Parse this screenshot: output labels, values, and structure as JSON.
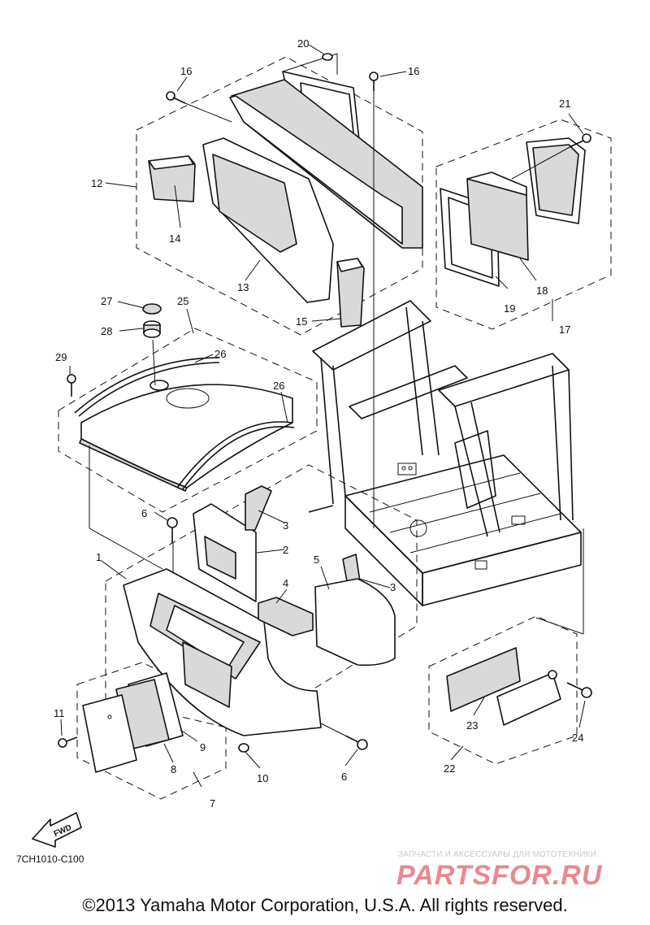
{
  "callouts": {
    "c1": "1",
    "c2": "2",
    "c3a": "3",
    "c3b": "3",
    "c4": "4",
    "c5": "5",
    "c6a": "6",
    "c6b": "6",
    "c7": "7",
    "c8": "8",
    "c9": "9",
    "c10": "10",
    "c11": "11",
    "c12": "12",
    "c13": "13",
    "c14": "14",
    "c15": "15",
    "c16a": "16",
    "c16b": "16",
    "c17": "17",
    "c18": "18",
    "c19": "19",
    "c20": "20",
    "c21": "21",
    "c22": "22",
    "c23": "23",
    "c24": "24",
    "c25": "25",
    "c26a": "26",
    "c26b": "26",
    "c27": "27",
    "c28": "28",
    "c29": "29"
  },
  "fwd_label": "FWD",
  "diagram_code": "7CH1010-C100",
  "watermark": {
    "tagline": "ЗАПЧАСТИ И АКСЕССУАРЫ ДЛЯ МОТОТЕХНИКИ",
    "brand": "PARTSFOR.RU"
  },
  "copyright": "©2013 Yamaha Motor Corporation, U.S.A. All rights reserved."
}
